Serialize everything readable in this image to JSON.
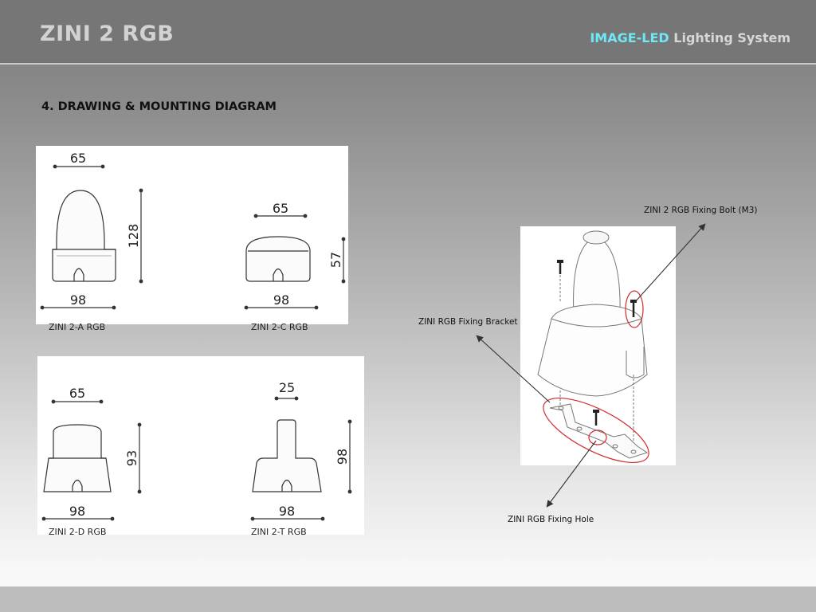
{
  "header": {
    "title": "ZINI 2 RGB",
    "brand_highlight": "IMAGE-LED",
    "brand_rest": "Lighting System"
  },
  "section_title": "4. DRAWING & MOUNTING DIAGRAM",
  "drawings": {
    "a": {
      "caption": "ZINI 2-A RGB",
      "top_width": "65",
      "height": "128",
      "base_width": "98"
    },
    "c": {
      "caption": "ZINI 2-C RGB",
      "top_width": "65",
      "height": "57",
      "base_width": "98"
    },
    "d": {
      "caption": "ZINI 2-D RGB",
      "top_width": "65",
      "height": "93",
      "base_width": "98"
    },
    "t": {
      "caption": "ZINI 2-T RGB",
      "top_width": "25",
      "height": "98",
      "base_width": "98"
    }
  },
  "mounting": {
    "bolt_label": "ZINI 2 RGB Fixing Bolt (M3)",
    "bracket_label": "ZINI RGB Fixing Bracket",
    "hole_label": "ZINI RGB Fixing Hole"
  },
  "colors": {
    "header_bg": "#767676",
    "brand_accent": "#6fe7f5",
    "callout_ellipse": "#d42a2a"
  }
}
